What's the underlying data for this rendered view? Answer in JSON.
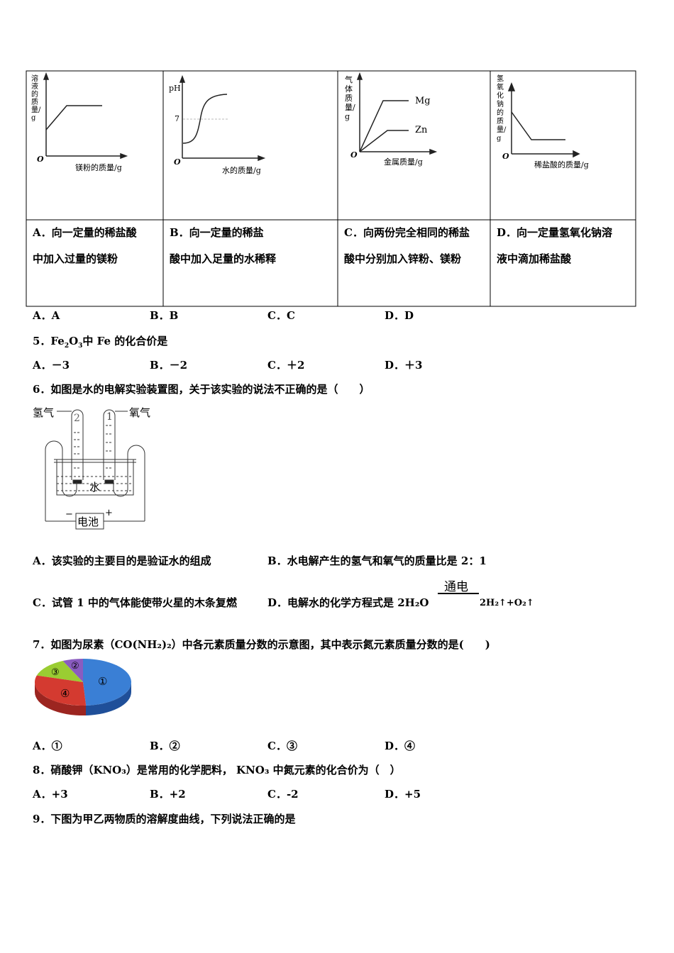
{
  "q4": {
    "graphs": [
      {
        "ylabel": "溶液的质量/g",
        "xlabel": "镁粉的质量/g",
        "origin": "O"
      },
      {
        "ylabel": "pH",
        "xlabel": "水的质量/g",
        "origin": "O",
        "tick": "7"
      },
      {
        "ylabel": "气体质量/g",
        "xlabel": "金属质量/g",
        "origin": "O",
        "series": [
          "Mg",
          "Zn"
        ]
      },
      {
        "ylabel": "氢氧化钠的质量/g",
        "xlabel": "稀盐酸的质量/g",
        "origin": "O"
      }
    ],
    "cells": [
      {
        "line1": "A．向一定量的稀盐酸",
        "line2": "中加入过量的镁粉"
      },
      {
        "line1": "B．向一定量的稀盐",
        "line2": "酸中加入足量的水稀释"
      },
      {
        "line1": "C．向两份完全相同的稀盐",
        "line2": "酸中分别加入锌粉、镁粉"
      },
      {
        "line1": "D．向一定量氢氧化钠溶",
        "line2": "液中滴加稀盐酸"
      }
    ],
    "options": [
      "A．A",
      "B．B",
      "C．C",
      "D．D"
    ]
  },
  "q5": {
    "stem_a": "5．Fe",
    "stem_b": "2",
    "stem_c": "O",
    "stem_d": "3",
    "stem_e": "中 Fe 的化合价是",
    "options": [
      "A．－3",
      "B．－2",
      "C．＋2",
      "D．＋3"
    ]
  },
  "q6": {
    "stem": "6．如图是水的电解实验装置图，关于该实验的说法不正确的是（　　）",
    "diagram": {
      "left_gas": "氢气",
      "right_gas": "氧气",
      "tube_left": "2",
      "tube_right": "1",
      "water": "水",
      "battery": "电池",
      "minus": "−",
      "plus": "+"
    },
    "optA": "A．该实验的主要目的是验证水的组成",
    "optB": "B．水电解产生的氢气和氧气的质量比是 2：1",
    "optC": "C．试管 1 中的气体能使带火星的木条复燃",
    "optD": "D．电解水的化学方程式是 2H₂O",
    "condition": "通电",
    "products": "2H₂↑+O₂↑"
  },
  "q7": {
    "stem": "7．如图为尿素（CO(NH₂)₂）中各元素质量分数的示意图，其中表示氮元素质量分数的是(　　)",
    "pie_labels": [
      "①",
      "②",
      "③",
      "④"
    ],
    "pie_colors": [
      "#3a7fd5",
      "#8a5cc0",
      "#9acd32",
      "#d43a30"
    ],
    "options": [
      "A．①",
      "B．②",
      "C．③",
      "D．④"
    ]
  },
  "q8": {
    "stem": "8．硝酸钾（KNO₃）是常用的化学肥料， KNO₃ 中氮元素的化合价为（　）",
    "options": [
      "A．+3",
      "B．+2",
      "C．-2",
      "D．+5"
    ]
  },
  "q9": {
    "stem": "9．下图为甲乙两物质的溶解度曲线，下列说法正确的是"
  }
}
